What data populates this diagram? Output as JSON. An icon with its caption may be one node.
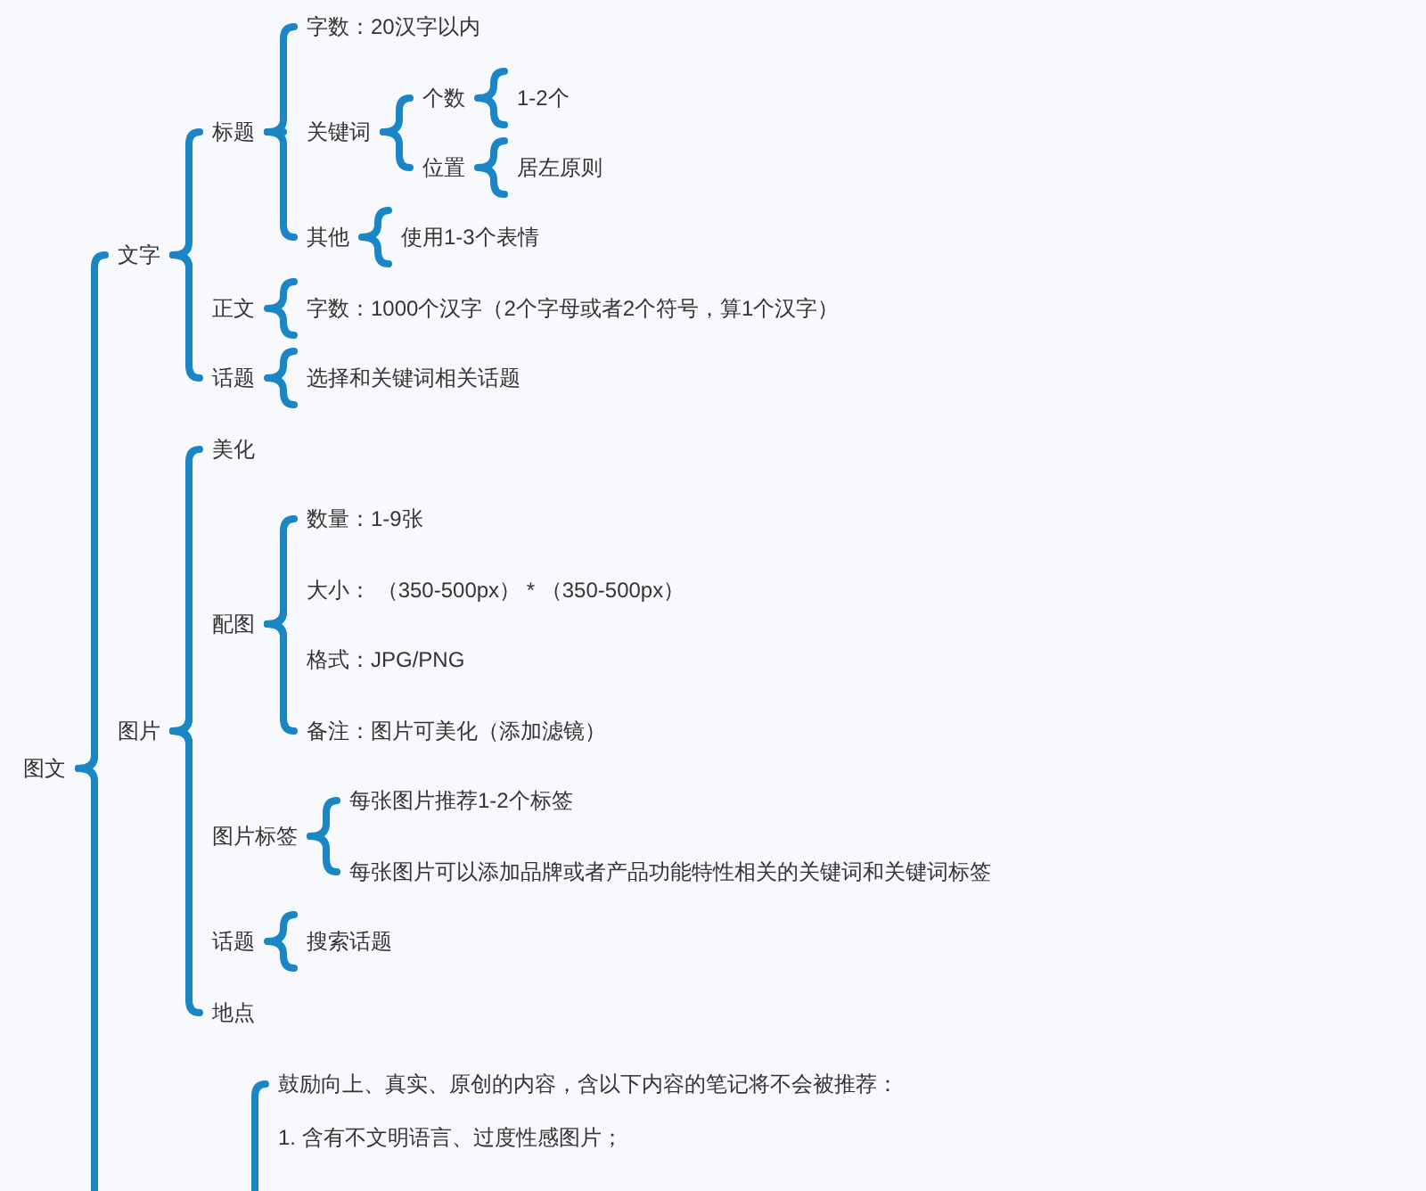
{
  "diagram": {
    "nodes": [
      {
        "text": [
          "图文"
        ]
      },
      {
        "text": [
          "文字"
        ]
      },
      {
        "text": [
          "标题"
        ]
      },
      {
        "text": [
          "字数：20汉字以内"
        ]
      },
      {
        "text": [
          "关键词"
        ]
      },
      {
        "text": [
          "个数"
        ]
      },
      {
        "text": [
          "1-2个"
        ]
      },
      {
        "text": [
          "位置"
        ]
      },
      {
        "text": [
          "居左原则"
        ]
      },
      {
        "text": [
          "其他"
        ]
      },
      {
        "text": [
          "使用1-3个表情"
        ]
      },
      {
        "text": [
          "正文"
        ]
      },
      {
        "text": [
          "字数：1000个汉字（2个字母或者2个符号，算1个汉字）"
        ]
      },
      {
        "text": [
          "话题"
        ]
      },
      {
        "text": [
          "选择和关键词相关话题"
        ]
      },
      {
        "text": [
          "图片"
        ]
      },
      {
        "text": [
          "美化"
        ]
      },
      {
        "text": [
          "配图"
        ]
      },
      {
        "text": [
          "数量：1-9张"
        ]
      },
      {
        "text": [
          "大小： （350-500px） * （350-500px）"
        ]
      },
      {
        "text": [
          "格式：JPG/PNG"
        ]
      },
      {
        "text": [
          "备注：图片可美化（添加滤镜）"
        ]
      },
      {
        "text": [
          "图片标签"
        ]
      },
      {
        "text": [
          "每张图片推荐1-2个标签"
        ]
      },
      {
        "text": [
          "每张图片可以添加品牌或者产品功能特性相关的关键词和关键词标签"
        ]
      },
      {
        "text": [
          "话题"
        ]
      },
      {
        "text": [
          "搜索话题"
        ]
      },
      {
        "text": [
          "地点"
        ]
      },
      {
        "text": [
          "鼓励向上、真实、原创的内容，含以下内容的笔记将不会被推荐："
        ]
      },
      {
        "text": [
          "1. 含有不文明语言、过度性感图片；"
        ]
      }
    ],
    "edges": [
      {
        "from": 0,
        "to": 1,
        "arrow": "none"
      },
      {
        "from": 0,
        "to": 15,
        "arrow": "none"
      },
      {
        "from": 0,
        "to": null,
        "arrow": "none"
      },
      {
        "from": 1,
        "to": 2,
        "arrow": "none"
      },
      {
        "from": 1,
        "to": 11,
        "arrow": "none"
      },
      {
        "from": 1,
        "to": 13,
        "arrow": "none"
      },
      {
        "from": 2,
        "to": 3,
        "arrow": "none"
      },
      {
        "from": 2,
        "to": 4,
        "arrow": "none"
      },
      {
        "from": 2,
        "to": 9,
        "arrow": "none"
      },
      {
        "from": 4,
        "to": 5,
        "arrow": "none"
      },
      {
        "from": 4,
        "to": 7,
        "arrow": "none"
      },
      {
        "from": 5,
        "to": 6,
        "arrow": "none"
      },
      {
        "from": 7,
        "to": 8,
        "arrow": "none"
      },
      {
        "from": 9,
        "to": 10,
        "arrow": "none"
      },
      {
        "from": 11,
        "to": 12,
        "arrow": "none"
      },
      {
        "from": 13,
        "to": 14,
        "arrow": "none"
      },
      {
        "from": 15,
        "to": 16,
        "arrow": "none"
      },
      {
        "from": 15,
        "to": 17,
        "arrow": "none"
      },
      {
        "from": 15,
        "to": 22,
        "arrow": "none"
      },
      {
        "from": 15,
        "to": 25,
        "arrow": "none"
      },
      {
        "from": 15,
        "to": 27,
        "arrow": "none"
      },
      {
        "from": 17,
        "to": 18,
        "arrow": "none"
      },
      {
        "from": 17,
        "to": 19,
        "arrow": "none"
      },
      {
        "from": 17,
        "to": 20,
        "arrow": "none"
      },
      {
        "from": 17,
        "to": 21,
        "arrow": "none"
      },
      {
        "from": 22,
        "to": 23,
        "arrow": "none"
      },
      {
        "from": 22,
        "to": 24,
        "arrow": "none"
      },
      {
        "from": 25,
        "to": 26,
        "arrow": "none"
      },
      {
        "from": null,
        "to": 28,
        "arrow": "none"
      },
      {
        "from": null,
        "to": 29,
        "arrow": "none"
      }
    ]
  }
}
